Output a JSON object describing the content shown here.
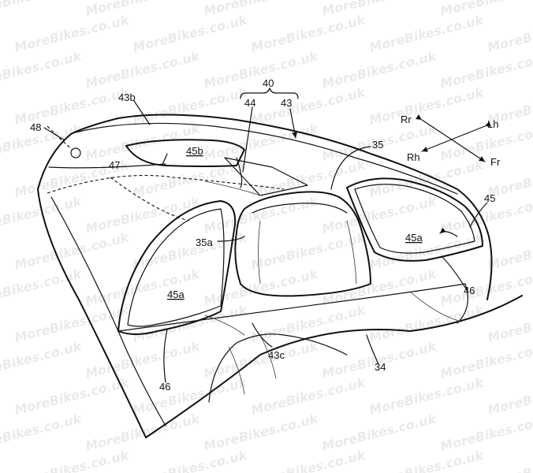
{
  "figure": {
    "watermark": "MoreBikes.co.uk",
    "reference_numerals": {
      "r40": "40",
      "r44": "44",
      "r43": "43",
      "r43b": "43b",
      "r48": "48",
      "r45b": "45b",
      "r47": "47",
      "r35": "35",
      "r35a": "35a",
      "r45": "45",
      "r45a_right": "45a",
      "r45a_left": "45a",
      "r46_right": "46",
      "r46_left": "46",
      "r43c": "43c",
      "r34": "34"
    },
    "direction_indicator": {
      "rr": "Rr",
      "lh": "Lh",
      "rh": "Rh",
      "fr": "Fr"
    }
  }
}
